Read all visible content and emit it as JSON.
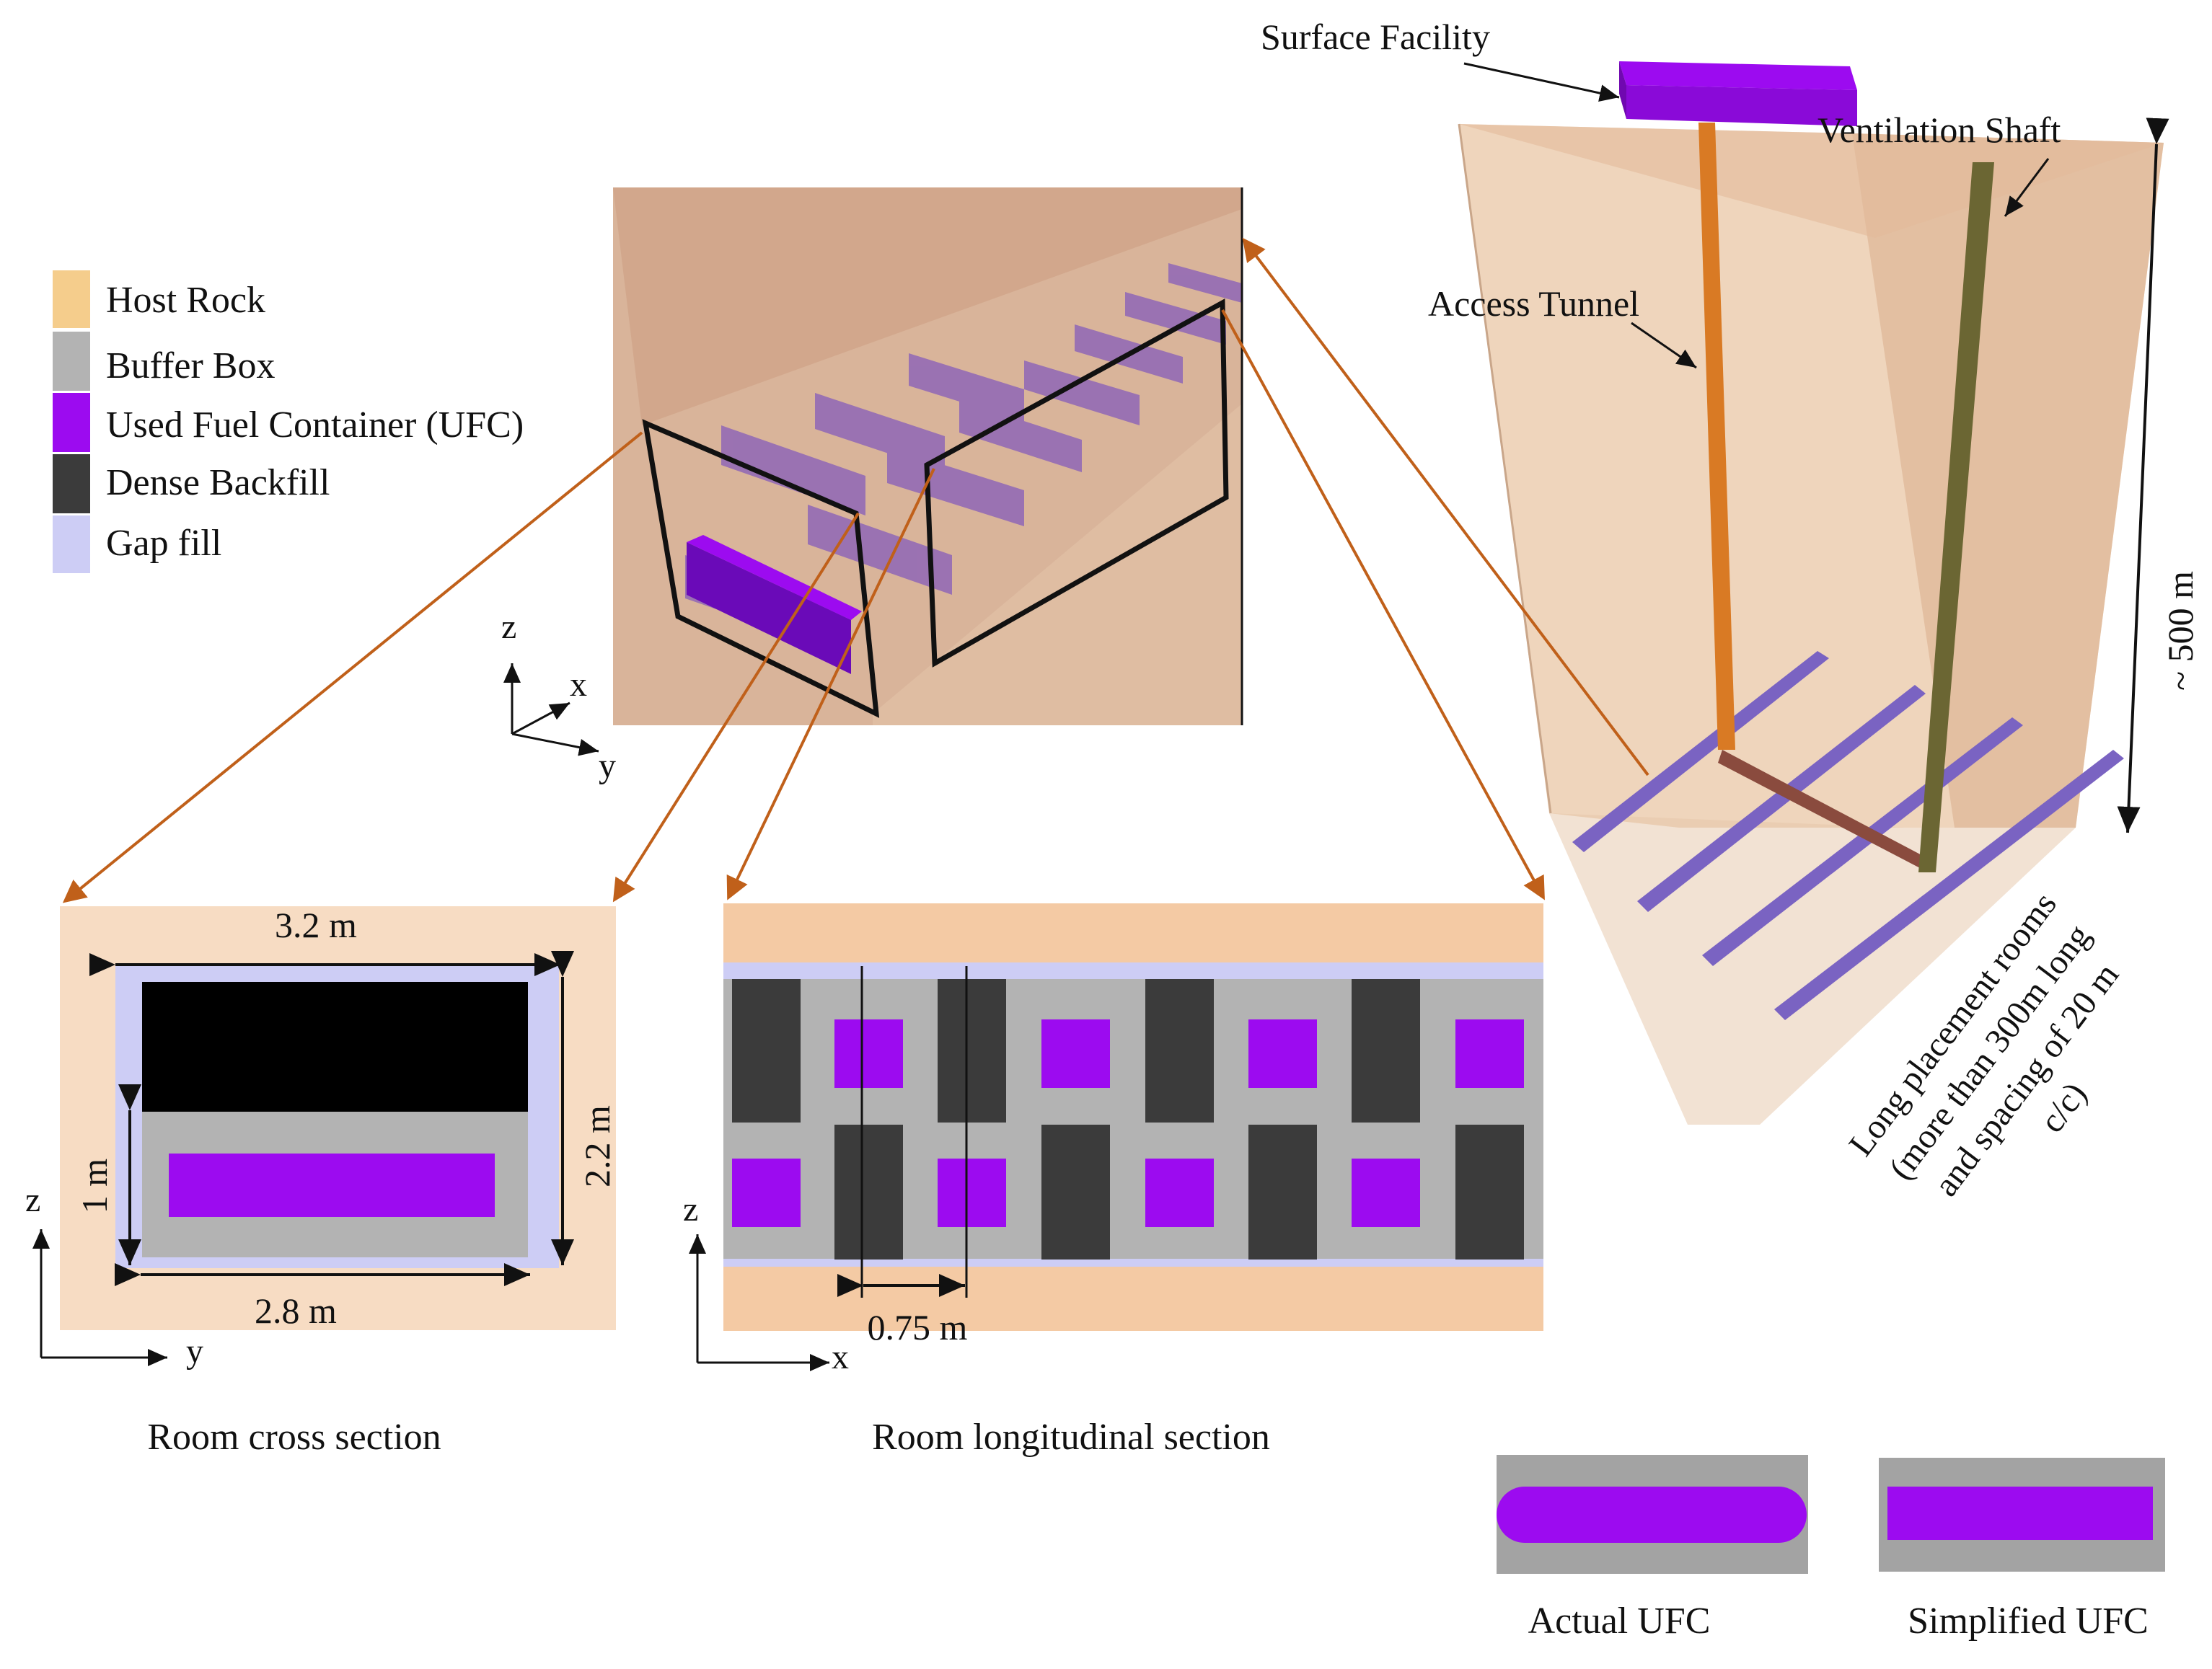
{
  "legend": [
    {
      "label": "Host Rock",
      "color": "#f5cd8c"
    },
    {
      "label": "Buffer Box",
      "color": "#b3b3b3"
    },
    {
      "label": "Used Fuel Container (UFC)",
      "color": "#9c0bf0"
    },
    {
      "label": "Dense Backfill",
      "color": "#3b3b3b"
    },
    {
      "label": "Gap fill",
      "color": "#cdcdf5"
    }
  ],
  "colors": {
    "host_rock_panel": "#f7dcc3",
    "host_rock_band": "#f4caa4",
    "rock_3d": "#d9b49a",
    "ufc": "#9c0bf0",
    "buffer": "#b3b3b3",
    "backfill": "#3b3b3b",
    "gap": "#cdcdf5",
    "arrow": "#c0601a",
    "access_tunnel": "#d97a24",
    "ventilation_shaft": "#6b6633",
    "placement_room": "#7a63c2",
    "connector": "#8a4b3e"
  },
  "axes3d": {
    "z": "z",
    "x": "x",
    "y": "y"
  },
  "cross_section": {
    "width_label": "3.2 m",
    "height_label": "2.2 m",
    "buffer_height_label": "1 m",
    "bottom_width_label": "2.8 m",
    "axis_z": "z",
    "axis_y": "y",
    "caption": "Room cross section"
  },
  "longitudinal_section": {
    "spacing_label": "0.75 m",
    "axis_z": "z",
    "axis_x": "x",
    "caption": "Room longitudinal section"
  },
  "repository": {
    "surface_facility": "Surface Facility",
    "ventilation_shaft": "Ventilation Shaft",
    "access_tunnel": "Access Tunnel",
    "depth_label": "~ 500 m",
    "rooms_label_lines": [
      "Long placement  rooms",
      "(more than 300m long",
      "and spacing of 20 m",
      "c/c)"
    ]
  },
  "ufc_comparison": {
    "actual_label": "Actual UFC",
    "simplified_label": "Simplified UFC"
  }
}
